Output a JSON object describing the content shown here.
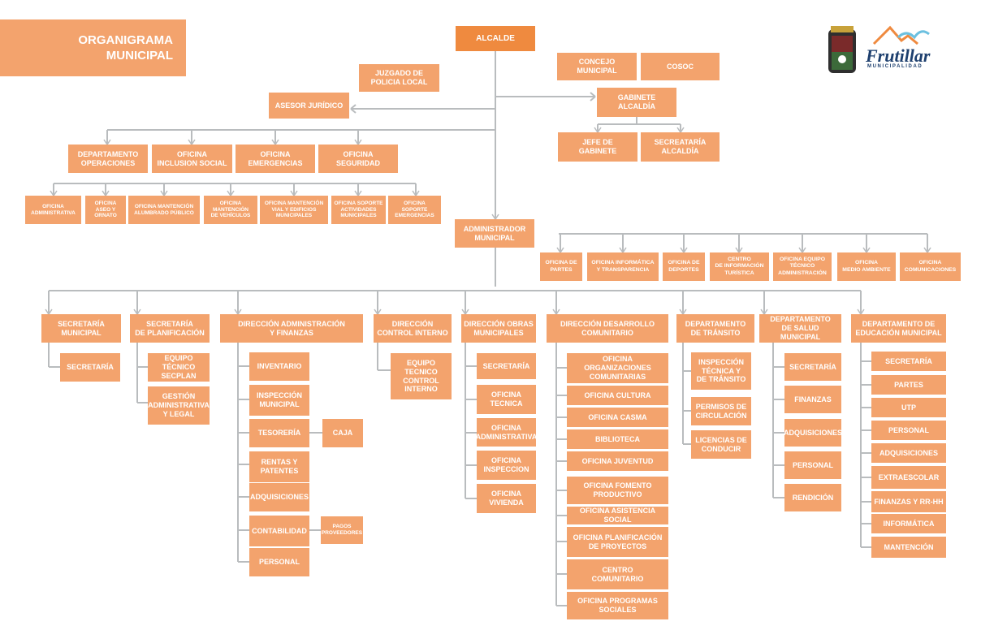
{
  "title": {
    "line1": "ORGANIGRAMA",
    "line2": "MUNICIPAL"
  },
  "brand": {
    "name": "Frutillar",
    "tagline": "MUNICIPALIDAD"
  },
  "nodes": [
    {
      "id": "alcalde",
      "text": "ALCALDE"
    },
    {
      "id": "concejo",
      "text": "CONCEJO\nMUNICIPAL"
    },
    {
      "id": "cosoc",
      "text": "COSOC"
    },
    {
      "id": "juzgado",
      "text": "JUZGADO DE\nPOLICIA LOCAL"
    },
    {
      "id": "asesor",
      "text": "ASESOR JURÍDICO"
    },
    {
      "id": "gabinete",
      "text": "GABINETE\nALCALDÍA"
    },
    {
      "id": "jefe_gab",
      "text": "JEFE DE\nGABINETE"
    },
    {
      "id": "secre_alc",
      "text": "SECREATARÍA\nALCALDÍA"
    },
    {
      "id": "depto_op",
      "text": "DEPARTAMENTO\nOPERACIONES"
    },
    {
      "id": "of_incl",
      "text": "OFICINA\nINCLUSION SOCIAL"
    },
    {
      "id": "of_emerg",
      "text": "OFICINA\nEMERGENCIAS"
    },
    {
      "id": "of_seg",
      "text": "OFICINA\nSEGURIDAD"
    },
    {
      "id": "op1",
      "text": "OFICINA\nADMINISTRATIVA"
    },
    {
      "id": "op2",
      "text": "OFICINA\nASEO Y\nORNATO"
    },
    {
      "id": "op3",
      "text": "OFICINA MANTENCIÓN\nALUMBRADO PÚBLICO"
    },
    {
      "id": "op4",
      "text": "OFICINA\nMANTENCIÓN\nDE VEHÍCULOS"
    },
    {
      "id": "op5",
      "text": "OFICINA MANTENCIÓN\nVIAL Y EDIFICIOS\nMUNICIPALES"
    },
    {
      "id": "op6",
      "text": "OFICINA SOPORTE\nACTIVIDADES\nMUNICIPALES"
    },
    {
      "id": "op7",
      "text": "OFICINA\nSOPORTE\nEMERGENCIAS"
    },
    {
      "id": "admin",
      "text": "ADMINISTRADOR\nMUNICIPAL"
    },
    {
      "id": "ad1",
      "text": "OFICINA DE\nPARTES"
    },
    {
      "id": "ad2",
      "text": "OFICINA INFORMÁTICA\nY TRANSPARENCIA"
    },
    {
      "id": "ad3",
      "text": "OFICINA DE\nDEPORTES"
    },
    {
      "id": "ad4",
      "text": "CENTRO\nDE INFORMACIÓN\nTURÍSTICA"
    },
    {
      "id": "ad5",
      "text": "OFICINA EQUIPO\nTÉCNICO\nADMINISTRACIÓN"
    },
    {
      "id": "ad6",
      "text": "OFICINA\nMEDIO AMBIENTE"
    },
    {
      "id": "ad7",
      "text": "OFICINA\nCOMUNICACIONES"
    },
    {
      "id": "sec_mun",
      "text": "SECRETARÍA\nMUNICIPAL"
    },
    {
      "id": "sec_mun_1",
      "text": "SECRETARÍA"
    },
    {
      "id": "secplan",
      "text": "SECRETARÍA\nDE PLANIFICACIÓN"
    },
    {
      "id": "secplan_1",
      "text": "EQUIPO TÉCNICO\nSECPLAN"
    },
    {
      "id": "secplan_2",
      "text": "GESTIÓN\nADMINISTRATIVA\nY LEGAL"
    },
    {
      "id": "daf",
      "text": "DIRECCIÓN ADMINISTRACIÓN\nY FINANZAS"
    },
    {
      "id": "daf1",
      "text": "INVENTARIO"
    },
    {
      "id": "daf2",
      "text": "INSPECCIÓN\nMUNICIPAL"
    },
    {
      "id": "daf3",
      "text": "TESORERÍA"
    },
    {
      "id": "caja",
      "text": "CAJA"
    },
    {
      "id": "daf4",
      "text": "RENTAS Y\nPATENTES"
    },
    {
      "id": "daf5",
      "text": "ADQUISICIONES"
    },
    {
      "id": "daf6",
      "text": "CONTABILIDAD"
    },
    {
      "id": "pagos",
      "text": "PAGOS\nPROVEEDORES"
    },
    {
      "id": "daf7",
      "text": "PERSONAL"
    },
    {
      "id": "dci",
      "text": "DIRECCIÓN\nCONTROL INTERNO"
    },
    {
      "id": "dci1",
      "text": "EQUIPO\nTECNICO\nCONTROL\nINTERNO"
    },
    {
      "id": "dom",
      "text": "DIRECCIÓN OBRAS\nMUNICIPALES"
    },
    {
      "id": "dom1",
      "text": "SECRETARÍA"
    },
    {
      "id": "dom2",
      "text": "OFICINA\nTECNICA"
    },
    {
      "id": "dom3",
      "text": "OFICINA\nADMINISTRATIVA"
    },
    {
      "id": "dom4",
      "text": "OFICINA\nINSPECCION"
    },
    {
      "id": "dom5",
      "text": "OFICINA\nVIVIENDA"
    },
    {
      "id": "dideco",
      "text": "DIRECCIÓN DESARROLLO\nCOMUNITARIO"
    },
    {
      "id": "did1",
      "text": "OFICINA ORGANIZACIONES\nCOMUNITARIAS"
    },
    {
      "id": "did2",
      "text": "OFICINA CULTURA"
    },
    {
      "id": "did3",
      "text": "OFICINA CASMA"
    },
    {
      "id": "did4",
      "text": "BIBLIOTECA"
    },
    {
      "id": "did5",
      "text": "OFICINA JUVENTUD"
    },
    {
      "id": "did6",
      "text": "OFICINA FOMENTO\nPRODUCTIVO"
    },
    {
      "id": "did7",
      "text": "OFICINA ASISTENCIA SOCIAL"
    },
    {
      "id": "did8",
      "text": "OFICINA PLANIFICACIÓN\nDE PROYECTOS"
    },
    {
      "id": "did9",
      "text": "CENTRO\nCOMUNITARIO"
    },
    {
      "id": "did10",
      "text": "OFICINA PROGRAMAS\nSOCIALES"
    },
    {
      "id": "transito",
      "text": "DEPARTAMENTO\nDE TRÁNSITO"
    },
    {
      "id": "tr1",
      "text": "INSPECCIÓN\nTÉCNICA Y\nDE TRÁNSITO"
    },
    {
      "id": "tr2",
      "text": "PERMISOS DE\nCIRCULACIÓN"
    },
    {
      "id": "tr3",
      "text": "LICENCIAS DE\nCONDUCIR"
    },
    {
      "id": "salud",
      "text": "DEPARTAMENTO\nDE SALUD MUNICIPAL"
    },
    {
      "id": "sa1",
      "text": "SECRETARÍA"
    },
    {
      "id": "sa2",
      "text": "FINANZAS"
    },
    {
      "id": "sa3",
      "text": "ADQUISICIONES"
    },
    {
      "id": "sa4",
      "text": "PERSONAL"
    },
    {
      "id": "sa5",
      "text": "RENDICIÓN"
    },
    {
      "id": "educ",
      "text": "DEPARTAMENTO DE\nEDUCACIÓN MUNICIPAL"
    },
    {
      "id": "ed1",
      "text": "SECRETARÍA"
    },
    {
      "id": "ed2",
      "text": "PARTES"
    },
    {
      "id": "ed3",
      "text": "UTP"
    },
    {
      "id": "ed4",
      "text": "PERSONAL"
    },
    {
      "id": "ed5",
      "text": "ADQUISICIONES"
    },
    {
      "id": "ed6",
      "text": "EXTRAESCOLAR"
    },
    {
      "id": "ed7",
      "text": "FINANZAS Y RR-HH"
    },
    {
      "id": "ed8",
      "text": "INFORMÁTICA"
    },
    {
      "id": "ed9",
      "text": "MANTENCIÓN"
    }
  ]
}
